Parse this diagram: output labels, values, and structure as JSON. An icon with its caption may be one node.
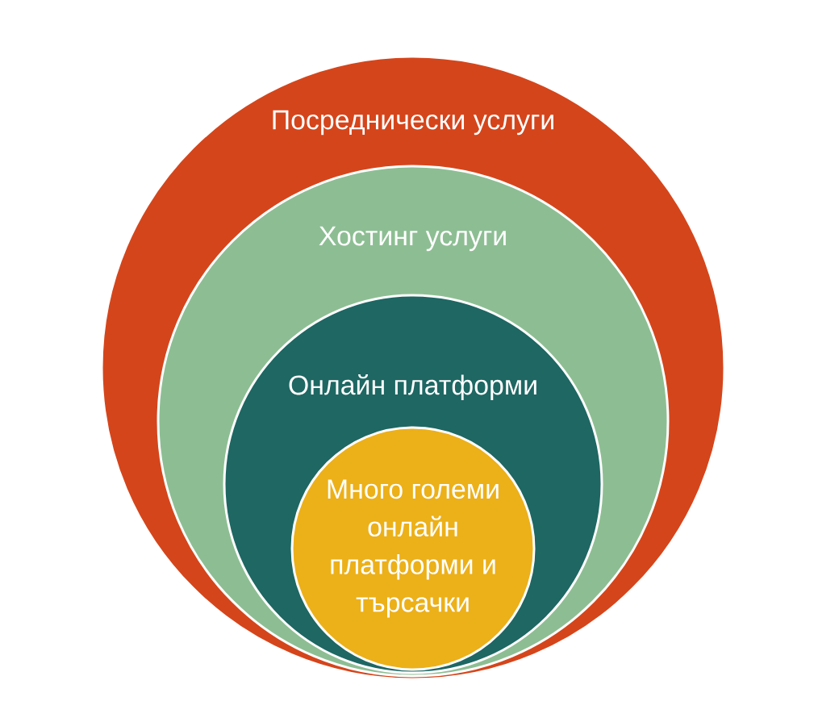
{
  "diagram": {
    "nodes": [
      {
        "text": [
          "Посреднически услуги"
        ]
      },
      {
        "text": [
          "Хостинг услуги"
        ],
        "in": 0
      },
      {
        "text": [
          "Онлайн платформи"
        ],
        "in": 1
      },
      {
        "text": [
          "Много големи онлайн платформи и търсачки"
        ],
        "in": 2
      }
    ]
  }
}
